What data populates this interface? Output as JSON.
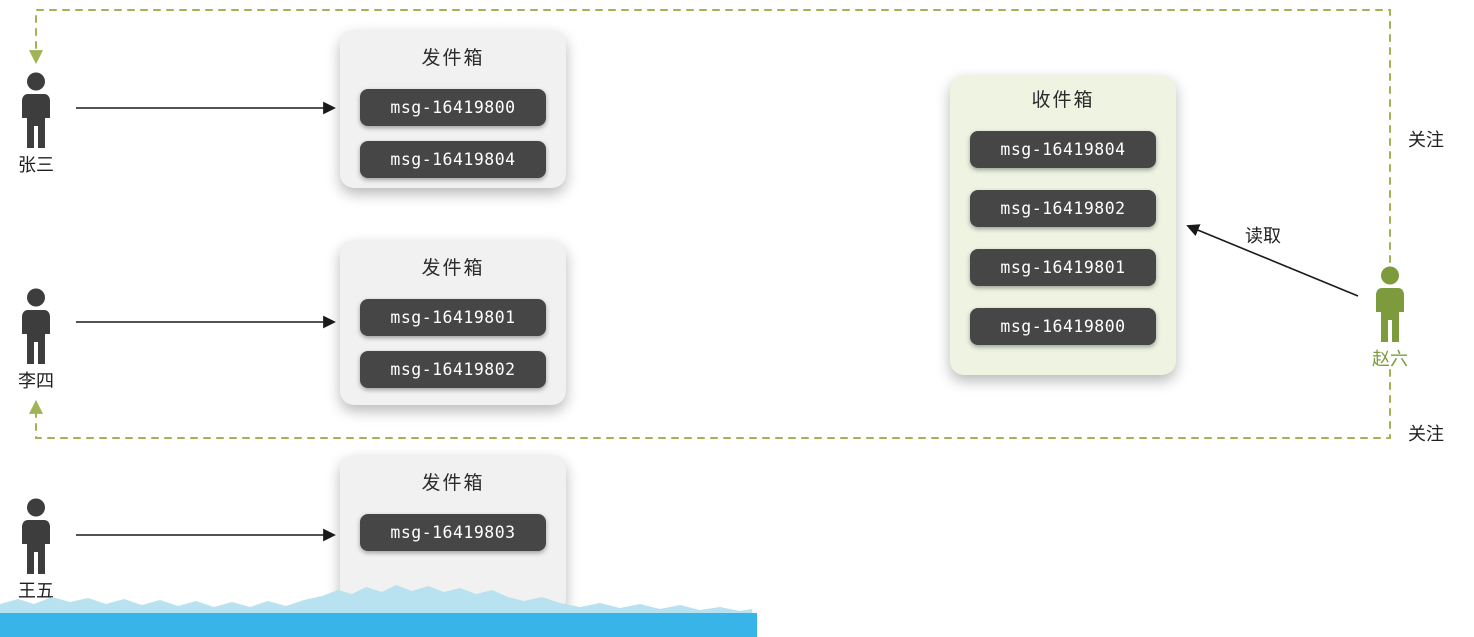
{
  "colors": {
    "background": "#ffffff",
    "outbox_bg": "#f1f1f1",
    "inbox_bg": "#eef3e2",
    "chip_bg": "#464646",
    "chip_text": "#ffffff",
    "arrow_black": "#1a1a1a",
    "dashed_green": "#9fb357",
    "person_dark": "#3d3d3d",
    "person_green": "#7d9b3c",
    "wave_light": "#b9e2f0",
    "wave_bar": "#39b4e8"
  },
  "users": [
    {
      "name": "张三"
    },
    {
      "name": "李四"
    },
    {
      "name": "王五"
    },
    {
      "name": "赵六"
    }
  ],
  "outboxes": [
    {
      "title": "发件箱",
      "messages": [
        "msg-16419800",
        "msg-16419804"
      ]
    },
    {
      "title": "发件箱",
      "messages": [
        "msg-16419801",
        "msg-16419802"
      ]
    },
    {
      "title": "发件箱",
      "messages": [
        "msg-16419803"
      ]
    }
  ],
  "inbox": {
    "title": "收件箱",
    "messages": [
      "msg-16419804",
      "msg-16419802",
      "msg-16419801",
      "msg-16419800"
    ]
  },
  "labels": {
    "follow_top": "关注",
    "follow_bottom": "关注",
    "read": "读取"
  }
}
